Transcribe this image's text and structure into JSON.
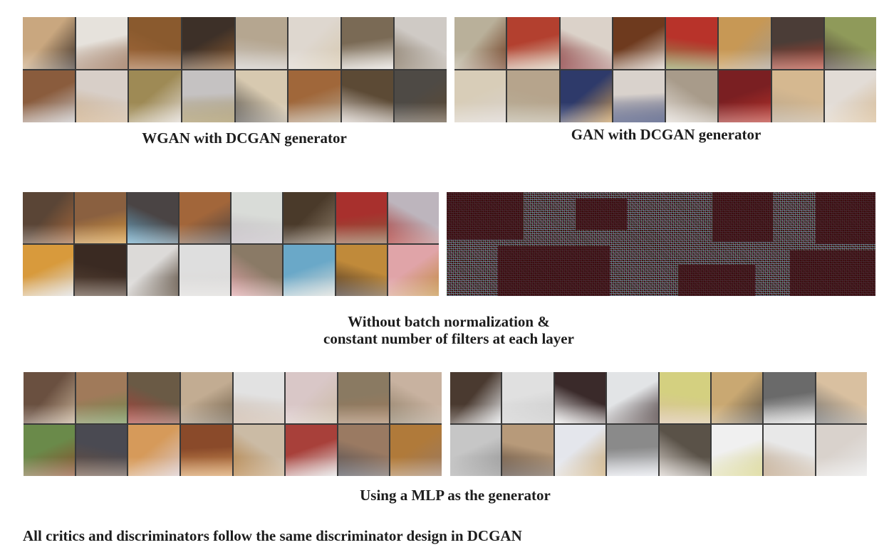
{
  "captions": {
    "wgan_dcgan": "WGAN with DCGAN generator",
    "gan_dcgan": "GAN with DCGAN generator",
    "no_batchnorm_line1": "Without batch normalization &",
    "no_batchnorm_line2": "constant number of filters at each layer",
    "mlp": "Using a MLP as the generator",
    "footnote": "All critics and discriminators follow the same discriminator design in DCGAN"
  },
  "panels": [
    {
      "id": "wgan-dcgan-samples",
      "rows": 2,
      "cols": 8,
      "palette": [
        "#c9a77f",
        "#e6e2dc",
        "#8a5a2e",
        "#3d3028",
        "#b5a690",
        "#ded7cf",
        "#7a6a55",
        "#cfcac5",
        "#8a5c3d",
        "#d8cfc8",
        "#9e8a55",
        "#c5c2c2",
        "#d7c9b0",
        "#a0673a",
        "#5c4a35",
        "#4e4a45"
      ]
    },
    {
      "id": "gan-dcgan-samples",
      "rows": 2,
      "cols": 8,
      "palette": [
        "#b9b09a",
        "#b3402f",
        "#dbd2c9",
        "#6e3a1e",
        "#b8332a",
        "#c79855",
        "#4b3d37",
        "#8f9a5a",
        "#d8cdb8",
        "#b6a48c",
        "#2e3a6a",
        "#d9d2cc",
        "#a89b8a",
        "#7a1f22",
        "#d5b890",
        "#e2dcd6"
      ]
    },
    {
      "id": "wgan-no-bn-samples",
      "rows": 2,
      "cols": 8,
      "palette": [
        "#5a4536",
        "#8a6040",
        "#4a4444",
        "#a2663a",
        "#d9dcd8",
        "#4a3a2a",
        "#a8302d",
        "#bdb5bd",
        "#d89a3c",
        "#3a2a22",
        "#dcdad8",
        "#dedede",
        "#8a7a66",
        "#6aa8c8",
        "#c08a3a",
        "#e0a4a8"
      ]
    },
    {
      "id": "wgan-mlp-samples",
      "rows": 2,
      "cols": 8,
      "palette": [
        "#6a5040",
        "#a07a5a",
        "#6a5a45",
        "#c2ac92",
        "#e2e2e2",
        "#d9c7c7",
        "#8a7a62",
        "#c8b2a0",
        "#6a8a4a",
        "#4a4a52",
        "#d69a5a",
        "#8a4a2a",
        "#cbbba5",
        "#a8403a",
        "#9a7a62",
        "#b07a3a"
      ]
    },
    {
      "id": "gan-mlp-samples",
      "rows": 2,
      "cols": 8,
      "palette": [
        "#4a3a30",
        "#e0e0e0",
        "#3a2a2a",
        "#e2e4e6",
        "#d4d080",
        "#c9a872",
        "#6a6a6a",
        "#d9c0a0",
        "#c6c6c6",
        "#b79a7a",
        "#e4e6ec",
        "#8a8a8a",
        "#5a5248",
        "#f0f0f0",
        "#e8e8e8",
        "#d9d2cc"
      ]
    }
  ]
}
